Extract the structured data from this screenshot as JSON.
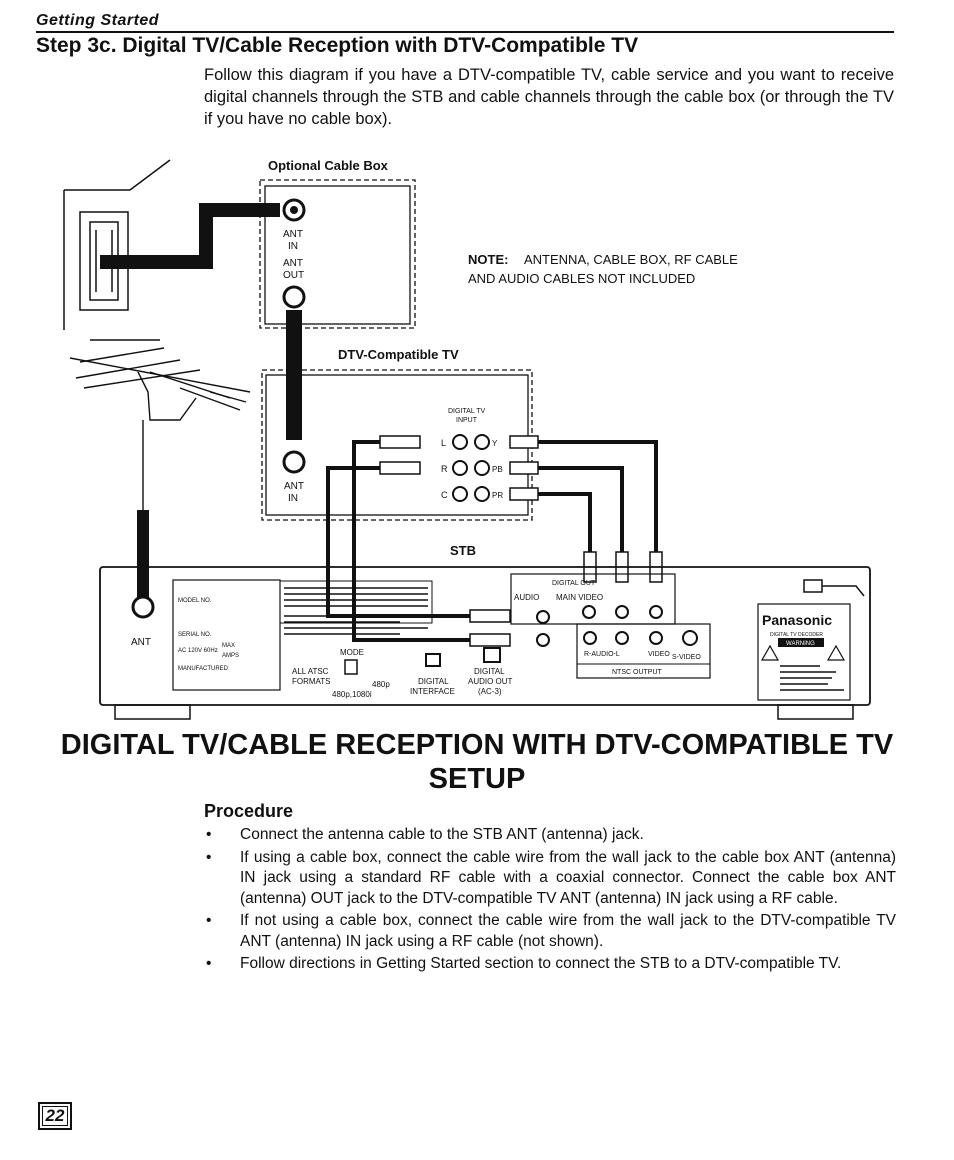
{
  "header": {
    "section": "Getting Started",
    "step_title": "Step 3c. Digital TV/Cable Reception with DTV-Compatible TV",
    "intro": "Follow this diagram if you have a DTV-compatible TV, cable service and you want to receive digital channels through the STB and cable channels through the cable box (or through the TV if you have no cable box)."
  },
  "diagram": {
    "cable_box_label": "Optional Cable Box",
    "ant_in_1": "ANT",
    "ant_in_2": "IN",
    "ant_out_1": "ANT",
    "ant_out_2": "OUT",
    "note_bold": "NOTE:",
    "note_line1": "ANTENNA, CABLE BOX, RF CABLE",
    "note_line2": "AND AUDIO CABLES NOT INCLUDED",
    "tv_label": "DTV-Compatible TV",
    "digital_tv_input_1": "DIGITAL TV",
    "digital_tv_input_2": "INPUT",
    "tv_ant_1": "ANT",
    "tv_ant_2": "IN",
    "jack_l": "L",
    "jack_r": "R",
    "jack_c": "C",
    "jack_y": "Y",
    "jack_pb": "PB",
    "jack_pr": "PR",
    "stb_label": "STB",
    "stb_ant": "ANT",
    "model_no": "MODEL NO.",
    "serial_no": "SERIAL NO.",
    "power_spec": "AC 120V 60Hz",
    "max_amps_1": "MAX",
    "max_amps_2": "AMPS",
    "manufactured": "MANUFACTURED",
    "all_atsc_1": "ALL ATSC",
    "all_atsc_2": "FORMATS",
    "mode": "MODE",
    "mode_480p": "480p",
    "mode_1080i": "480p,1080i",
    "digital_interface_1": "DIGITAL",
    "digital_interface_2": "INTERFACE",
    "digital_audio_out_1": "DIGITAL",
    "digital_audio_out_2": "AUDIO OUT",
    "digital_audio_out_3": "(AC-3)",
    "digital_out": "DIGITAL OUT",
    "audio": "AUDIO",
    "main_video": "MAIN VIDEO",
    "r_audio_l": "R-AUDIO-L",
    "video": "VIDEO",
    "s_video": "S-VIDEO",
    "ntsc_output": "NTSC OUTPUT",
    "brand": "Panasonic",
    "brand_sub": "DIGITAL TV DECODER",
    "warning": "WARNING"
  },
  "main_title": {
    "line1": "DIGITAL TV/CABLE RECEPTION WITH DTV-COMPATIBLE TV",
    "line2": "SETUP"
  },
  "procedure": {
    "heading": "Procedure",
    "steps": [
      "Connect the antenna cable to the STB ANT (antenna) jack.",
      "If using a cable box, connect the cable wire from the wall jack to the cable box ANT (antenna) IN jack using a standard RF cable with a coaxial connector. Connect the cable box ANT (antenna) OUT jack to the DTV-compatible TV ANT (antenna) IN jack using a RF cable.",
      "If not using a cable box, connect the cable wire from the wall jack to the DTV-compatible TV ANT (antenna) IN jack using a RF cable (not shown).",
      "Follow directions in Getting Started section to connect the STB to a DTV-compatible TV."
    ]
  },
  "footer": {
    "page_number": "22"
  }
}
